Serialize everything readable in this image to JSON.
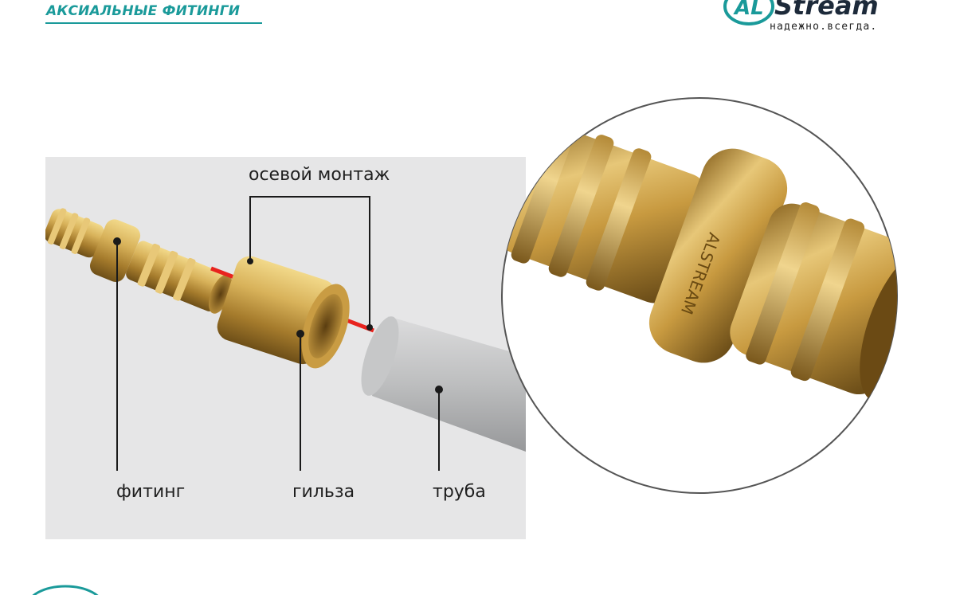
{
  "header": {
    "title": "АКСИАЛЬНЫЕ ФИТИНГИ",
    "logo_text": "AL Stream",
    "tagline": "надежно.всегда."
  },
  "diagram": {
    "labels": {
      "axial_mount": "осевой монтаж",
      "fitting": "фитинг",
      "sleeve": "гильза",
      "pipe": "труба"
    },
    "engraving": "ALSTREAM"
  },
  "colors": {
    "accent": "#1a9a9a",
    "brass": "#c9a24a",
    "brass_dark": "#7a5a1c",
    "pipe": "#b9babb",
    "axis_line": "#e8231e",
    "scene_bg": "#e6e6e7"
  }
}
